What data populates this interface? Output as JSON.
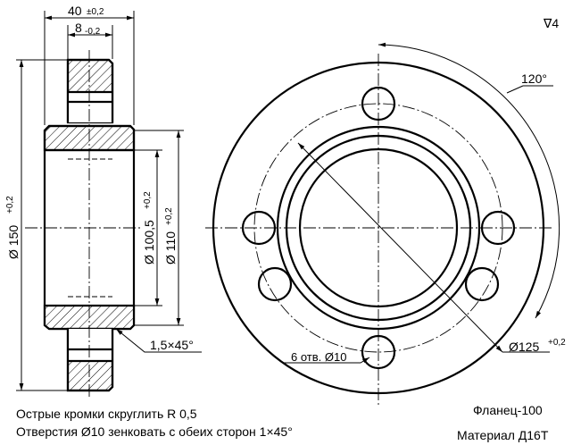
{
  "drawing": {
    "roughness": "∇4",
    "angle_label": "120°",
    "side_view": {
      "width_main": "40",
      "width_main_tol": "±0,2",
      "width_hub": "8",
      "width_hub_tol": "-0,2",
      "dia_outer": "Ø 150",
      "dia_outer_tol": "+0,2",
      "dia_bore": "Ø 100,5",
      "dia_bore_tol": "+0,2",
      "dia_recess": "Ø 110",
      "dia_recess_tol": "+0,2",
      "chamfer": "1,5×45°"
    },
    "front_view": {
      "holes_label": "6 отв. Ø10",
      "pcd": "Ø125",
      "pcd_tol": "+0,2"
    },
    "notes": [
      "Острые кромки скруглить R 0,5",
      "Отверстия  Ø10 зенковать с обеих сторон 1×45°"
    ],
    "part_name": "Фланец-100",
    "material": "Материал  Д16Т"
  }
}
